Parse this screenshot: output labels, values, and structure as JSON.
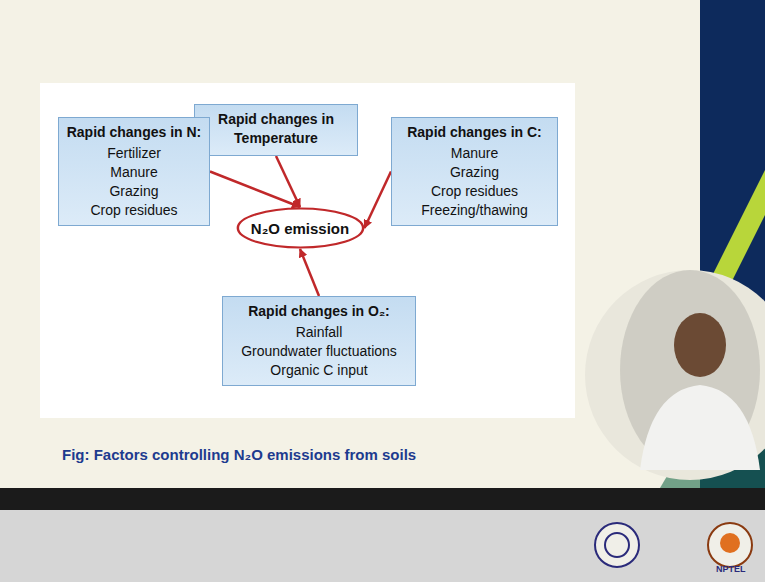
{
  "diagram": {
    "caption": "Fig: Factors controlling N₂O emissions from soils",
    "nodes": [
      {
        "text": [
          "Rapid changes in Temperature"
        ]
      },
      {
        "text": [
          "Rapid changes in N:",
          "Fertilizer",
          "Manure",
          "Grazing",
          "Crop residues"
        ]
      },
      {
        "text": [
          "N₂O emission"
        ]
      },
      {
        "text": [
          "Rapid changes in C:",
          "Manure",
          "Grazing",
          "Crop residues",
          "Freezing/thawing"
        ]
      },
      {
        "text": [
          "Rapid changes in O₂:",
          "Rainfall",
          "Groundwater fluctuations",
          "Organic C input"
        ]
      }
    ],
    "edges": [
      {
        "from": 0,
        "to": 2,
        "arrow": "to"
      },
      {
        "from": 1,
        "to": 2,
        "arrow": "to"
      },
      {
        "from": 3,
        "to": 2,
        "arrow": "to"
      },
      {
        "from": 4,
        "to": 2,
        "arrow": "to"
      }
    ],
    "labels": [
      "NPTEL"
    ]
  }
}
